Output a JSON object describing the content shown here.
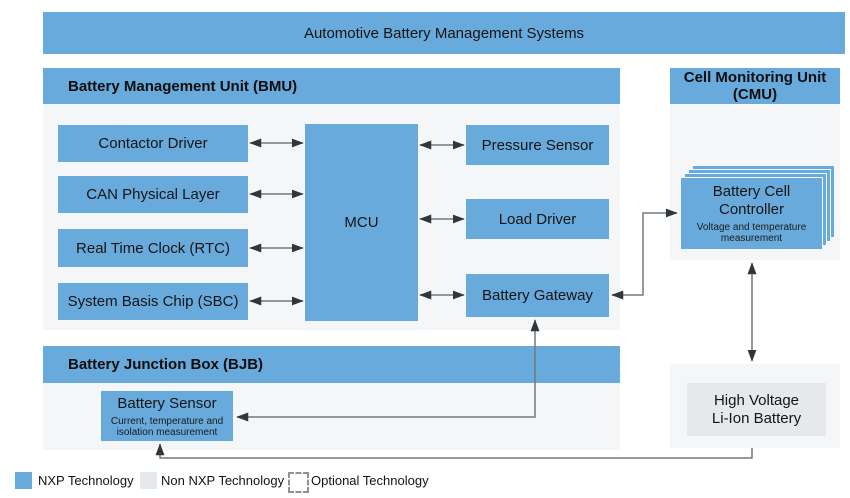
{
  "banner": {
    "title": "Automotive Battery Management Systems"
  },
  "bmu": {
    "title": "Battery Management Unit (BMU)",
    "left_blocks": [
      {
        "label": "Contactor Driver"
      },
      {
        "label": "CAN Physical Layer"
      },
      {
        "label": "Real Time Clock (RTC)"
      },
      {
        "label": "System Basis Chip (SBC)"
      }
    ],
    "mcu": {
      "label": "MCU"
    },
    "right_blocks": [
      {
        "label": "Pressure Sensor"
      },
      {
        "label": "Load Driver"
      },
      {
        "label": "Battery Gateway"
      }
    ]
  },
  "cmu": {
    "title": "Cell Monitoring Unit (CMU)",
    "battery_cell_controller": {
      "title": "Battery Cell Controller",
      "subtitle": "Voltage and temperature measurement"
    }
  },
  "bjb": {
    "title": "Battery Junction Box (BJB)",
    "battery_sensor": {
      "title": "Battery Sensor",
      "subtitle": "Current, temperature and isolation measurement"
    }
  },
  "high_voltage_battery": {
    "line1": "High Voltage",
    "line2": "Li-Ion Battery"
  },
  "legend": {
    "items": [
      {
        "label": "NXP Technology",
        "swatch": "nxp-blue"
      },
      {
        "label": "Non NXP Technology",
        "swatch": "non-nxp-gray"
      },
      {
        "label": "Optional Technology",
        "swatch": "optional-dashed"
      }
    ]
  },
  "colors": {
    "nxp_blue": "#69aadd",
    "non_nxp_gray": "#e5e9ec",
    "container_gray": "#f4f6f8",
    "connector_line": "#75797d",
    "arrowhead": "#2f373c"
  }
}
